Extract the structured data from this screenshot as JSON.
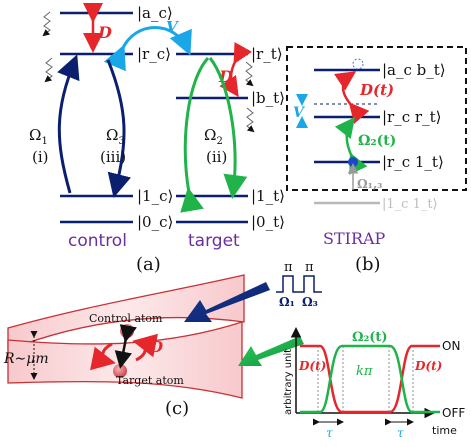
{
  "panel_a": {
    "caption": "(a)",
    "levels": {
      "a_c": "|a_c⟩",
      "r_c": "|r_c⟩",
      "one_c": "|1_c⟩",
      "zero_c": "|0_c⟩",
      "r_t": "|r_t⟩",
      "b_t": "|b_t⟩",
      "one_t": "|1_t⟩",
      "zero_t": "|0_t⟩"
    },
    "labels": {
      "D": "D",
      "V": "V",
      "omega1": "Ω",
      "omega1_sub": "1",
      "omega1_tag": "(i)",
      "omega3": "Ω",
      "omega3_sub": "3",
      "omega3_tag": "(iii)",
      "omega2": "Ω",
      "omega2_sub": "2",
      "omega2_tag": "(ii)",
      "control": "control",
      "target": "target"
    },
    "colors": {
      "navy": "#0a1f6e",
      "green": "#1fb34a",
      "red": "#e5262b",
      "cyan": "#1aa7e8",
      "purple": "#6a2f9e"
    }
  },
  "panel_b": {
    "caption": "(b)",
    "levels": {
      "acbt": "|a_c b_t⟩",
      "rcrt": "|r_c r_t⟩",
      "rc1t": "|r_c 1_t⟩",
      "1c1t": "|1_c 1_t⟩"
    },
    "labels": {
      "Dt": "D(t)",
      "V": "V",
      "omega2t": "Ω₂(t)",
      "omega13": "Ω₁,₃",
      "stirap": "STIRAP"
    }
  },
  "panel_c": {
    "caption": "(c)",
    "pulses": {
      "pi1": "π",
      "pi3": "π",
      "omega1": "Ω₁",
      "omega3": "Ω₃"
    },
    "atoms": {
      "control": "Control atom",
      "target": "Target atom",
      "D": "D",
      "distance": "R∼μm"
    },
    "inset": {
      "ylabel": "arbitrary unit",
      "xlabel": "time",
      "on": "ON",
      "off": "OFF",
      "Dt_left": "D(t)",
      "Dt_right": "D(t)",
      "omega2t": "Ω₂(t)",
      "kpi": "kπ",
      "tau_left": "τ",
      "tau_right": "τ"
    }
  }
}
